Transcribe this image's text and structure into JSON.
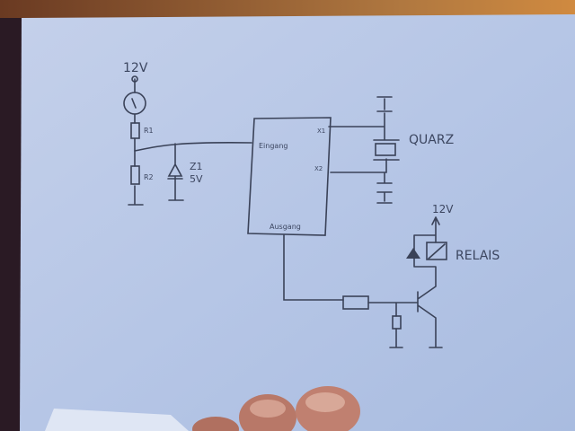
{
  "diagram": {
    "supply_top": "12V",
    "r1": "R1",
    "r2": "R2",
    "zener": "Z1",
    "zener_voltage": "5V",
    "ic_input": "Eingang",
    "ic_x1": "X1",
    "ic_x2": "X2",
    "ic_output": "Ausgang",
    "crystal": "QUARZ",
    "relay_supply": "12V",
    "relay": "RELAIS"
  }
}
